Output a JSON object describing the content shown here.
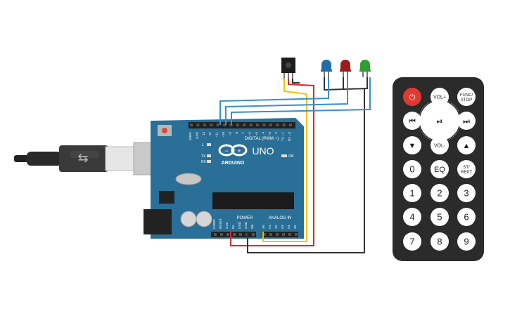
{
  "board": {
    "brand": "ARDUINO",
    "model": "UNO",
    "digital_label": "DIGITAL (PWM ~)",
    "power_label": "POWER",
    "analog_label": "ANALOG IN",
    "on_label": "ON",
    "led_l": "L",
    "led_tx": "TX",
    "led_rx": "RX",
    "top_pins": [
      "AREF",
      "GND",
      "13",
      "12",
      "~11",
      "~10",
      "~9",
      "8",
      "7",
      "~6",
      "~5",
      "4",
      "~3",
      "2",
      "TX→1",
      "RX←0"
    ],
    "power_pins": [
      "IOREF",
      "RESET",
      "3.3V",
      "5V",
      "GND",
      "GND",
      "Vin"
    ],
    "analog_pins": [
      "A0",
      "A1",
      "A2",
      "A3",
      "A4",
      "A5"
    ]
  },
  "leds": [
    {
      "name": "blue",
      "color": "#1f6fa8"
    },
    {
      "name": "red",
      "color": "#9b1c1c"
    },
    {
      "name": "green",
      "color": "#2e9e2e"
    }
  ],
  "remote": {
    "buttons": [
      {
        "id": "power",
        "label": "⏻",
        "type": "power"
      },
      {
        "id": "vol-plus",
        "label": "VOL+"
      },
      {
        "id": "func-stop",
        "label": "FUNC/\nSTOP"
      },
      {
        "id": "prev",
        "label": "⏮"
      },
      {
        "id": "play-pause",
        "label": "⏯"
      },
      {
        "id": "next",
        "label": "⏭"
      },
      {
        "id": "down",
        "label": "▼"
      },
      {
        "id": "vol-minus",
        "label": "VOL-"
      },
      {
        "id": "up",
        "label": "▲"
      },
      {
        "id": "0",
        "label": "0"
      },
      {
        "id": "eq",
        "label": "EQ"
      },
      {
        "id": "st-rept",
        "label": "ST/\nREPT"
      },
      {
        "id": "1",
        "label": "1"
      },
      {
        "id": "2",
        "label": "2"
      },
      {
        "id": "3",
        "label": "3"
      },
      {
        "id": "4",
        "label": "4"
      },
      {
        "id": "5",
        "label": "5"
      },
      {
        "id": "6",
        "label": "6"
      },
      {
        "id": "7",
        "label": "7"
      },
      {
        "id": "8",
        "label": "8"
      },
      {
        "id": "9",
        "label": "9"
      }
    ]
  },
  "colors": {
    "board": "#2a6f97",
    "wire_red": "#d42b2b",
    "wire_yellow": "#f2c200",
    "wire_blue": "#3a8fc6",
    "wire_dark": "#333333",
    "remote_body": "#2b2b2b",
    "button": "#ffffff",
    "power_button": "#e03a2f"
  }
}
